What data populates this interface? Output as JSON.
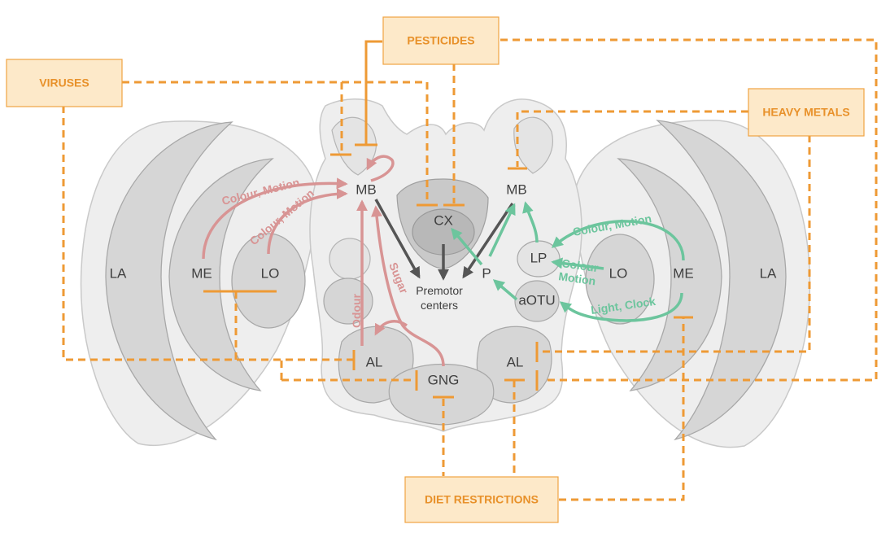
{
  "stressors": {
    "viruses": "VIRUSES",
    "pesticides": "PESTICIDES",
    "heavy_metals": "HEAVY METALS",
    "diet_restrictions": "DIET RESTRICTIONS"
  },
  "regions": {
    "la_left": "LA",
    "me_left": "ME",
    "lo_left": "LO",
    "mb_left": "MB",
    "al_left": "AL",
    "gng": "GNG",
    "cx": "CX",
    "premotor_line1": "Premotor",
    "premotor_line2": "centers",
    "p": "P",
    "mb_right": "MB",
    "lp": "LP",
    "aotu": "aOTU",
    "al_right": "AL",
    "lo_right": "LO",
    "me_right": "ME",
    "la_right": "LA"
  },
  "pathways": {
    "colour_motion_1": "Colour, Motion",
    "colour_motion_2": "Colour, Motion",
    "odour": "Odour",
    "sugar": "Sugar",
    "colour_motion_right": "Colour, Motion",
    "colour_right": "Colour",
    "motion_right": "Motion",
    "light_clock": "Light, Clock"
  },
  "colors": {
    "stressor_fill": "#fde9c9",
    "stressor_text": "#e8912a",
    "inhibition": "#ee9a35",
    "left_pathway": "#d89494",
    "right_pathway": "#6cc59d",
    "output": "#555555",
    "brain_outline": "#eeeeee",
    "neuropil": "#d6d6d6"
  }
}
